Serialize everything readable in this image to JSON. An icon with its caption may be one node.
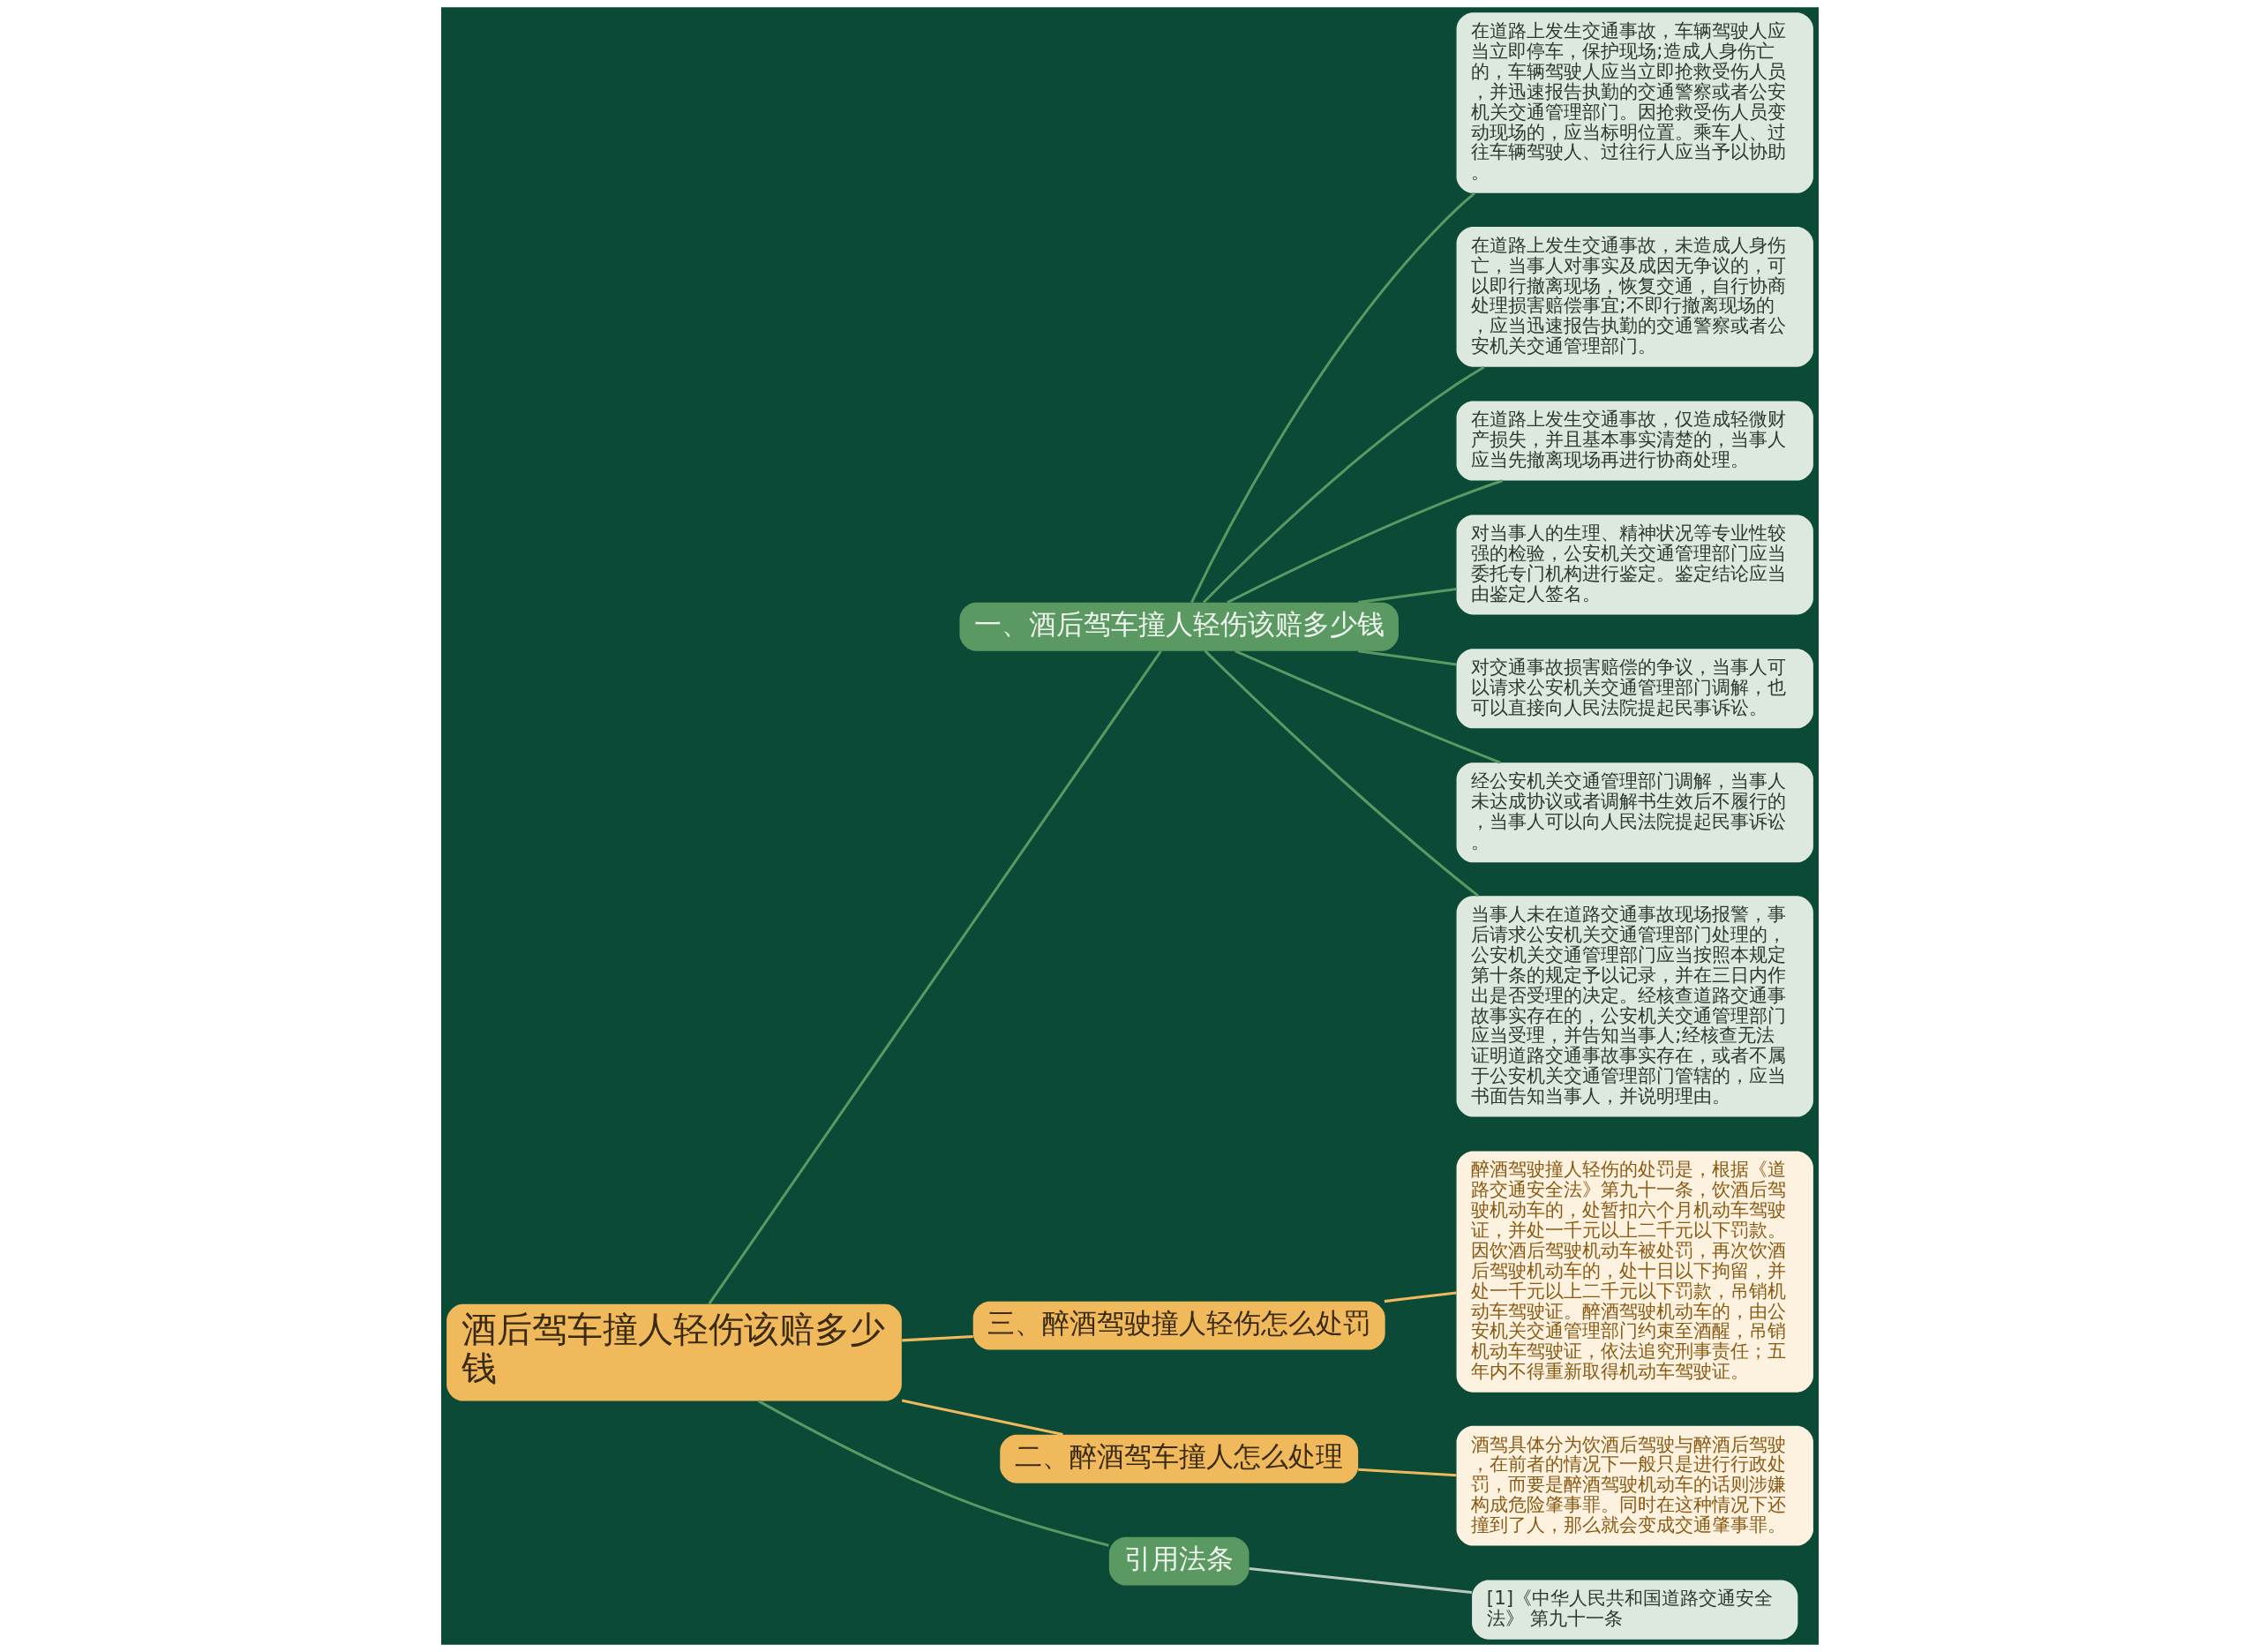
{
  "diagram": {
    "nodes": [
      {
        "text": [
          "酒后驾车撞人轻伤该赔多少钱"
        ]
      },
      {
        "text": [
          "一、酒后驾车撞人轻伤该赔多少钱"
        ]
      },
      {
        "text": [
          "在道路上发生交通事故，车辆驾驶人应当立即停车，保护现场;造成人身伤亡的，车辆驾驶人应当立即抢救受伤人员，并迅速报告执勤的交通警察或者公安机关交通管理部门。因抢救受伤人员变动现场的，应当标明位置。乘车人、过往车辆驾驶人、过往行人应当予以协助。"
        ]
      },
      {
        "text": [
          "在道路上发生交通事故，未造成人身伤亡，当事人对事实及成因无争议的，可以即行撤离现场，恢复交通，自行协商处理损害赔偿事宜;不即行撤离现场的，应当迅速报告执勤的交通警察或者公安机关交通管理部门。"
        ]
      },
      {
        "text": [
          "在道路上发生交通事故，仅造成轻微财产损失，并且基本事实清楚的，当事人应当先撤离现场再进行协商处理。"
        ]
      },
      {
        "text": [
          "对当事人的生理、精神状况等专业性较强的检验，公安机关交通管理部门应当委托专门机构进行鉴定。鉴定结论应当由鉴定人签名。"
        ]
      },
      {
        "text": [
          "对交通事故损害赔偿的争议，当事人可以请求公安机关交通管理部门调解，也可以直接向人民法院提起民事诉讼。"
        ]
      },
      {
        "text": [
          "经公安机关交通管理部门调解，当事人未达成协议或者调解书生效后不履行的，当事人可以向人民法院提起民事诉讼。"
        ]
      },
      {
        "text": [
          "当事人未在道路交通事故现场报警，事后请求公安机关交通管理部门处理的，公安机关交通管理部门应当按照本规定第十条的规定予以记录，并在三日内作出是否受理的决定。经核查道路交通事故事实存在的，公安机关交通管理部门应当受理，并告知当事人;经核查无法证明道路交通事故事实存在，或者不属于公安机关交通管理部门管辖的，应当书面告知当事人，并说明理由。"
        ]
      },
      {
        "text": [
          "三、醉酒驾驶撞人轻伤怎么处罚"
        ]
      },
      {
        "text": [
          "醉酒驾驶撞人轻伤的处罚是，根据《道路交通安全法》第九十一条，饮酒后驾驶机动车的，处暂扣六个月机动车驾驶证，并处一千元以上二千元以下罚款。因饮酒后驾驶机动车被处罚，再次饮酒后驾驶机动车的，处十日以下拘留，并处一千元以上二千元以下罚款，吊销机动车驾驶证。醉酒驾驶机动车的，由公安机关交通管理部门约束至酒醒，吊销机动车驾驶证，依法追究刑事责任；五年内不得重新取得机动车驾驶证。"
        ]
      },
      {
        "text": [
          "二、醉酒驾车撞人怎么处理"
        ]
      },
      {
        "text": [
          "酒驾具体分为饮酒后驾驶与醉酒后驾驶，在前者的情况下一般只是进行行政处罚，而要是醉酒驾驶机动车的话则涉嫌构成危险肇事罪。同时在这种情况下还撞到了人，那么就会变成交通肇事罪。"
        ]
      },
      {
        "text": [
          "引用法条"
        ]
      },
      {
        "text": [
          "[1]《中华人民共和国道路交通安全法》 第九十一条"
        ]
      }
    ],
    "edges": [
      {
        "from": 0,
        "to": 1,
        "arrow": "none"
      },
      {
        "from": 1,
        "to": 2,
        "arrow": "none"
      },
      {
        "from": 1,
        "to": 3,
        "arrow": "none"
      },
      {
        "from": 1,
        "to": 4,
        "arrow": "none"
      },
      {
        "from": 1,
        "to": 5,
        "arrow": "none"
      },
      {
        "from": 1,
        "to": 6,
        "arrow": "none"
      },
      {
        "from": 1,
        "to": 7,
        "arrow": "none"
      },
      {
        "from": 1,
        "to": 8,
        "arrow": "none"
      },
      {
        "from": 0,
        "to": 9,
        "arrow": "none",
        "color": "#f0b95c"
      },
      {
        "from": 9,
        "to": 10,
        "arrow": "none",
        "color": "#f0b95c"
      },
      {
        "from": 0,
        "to": 11,
        "arrow": "none",
        "color": "#f0b95c"
      },
      {
        "from": 11,
        "to": 12,
        "arrow": "none",
        "color": "#f0b95c"
      },
      {
        "from": 0,
        "to": 13,
        "arrow": "none"
      },
      {
        "from": 13,
        "to": 14,
        "arrow": "none",
        "color": "#b9c7bd"
      }
    ]
  }
}
